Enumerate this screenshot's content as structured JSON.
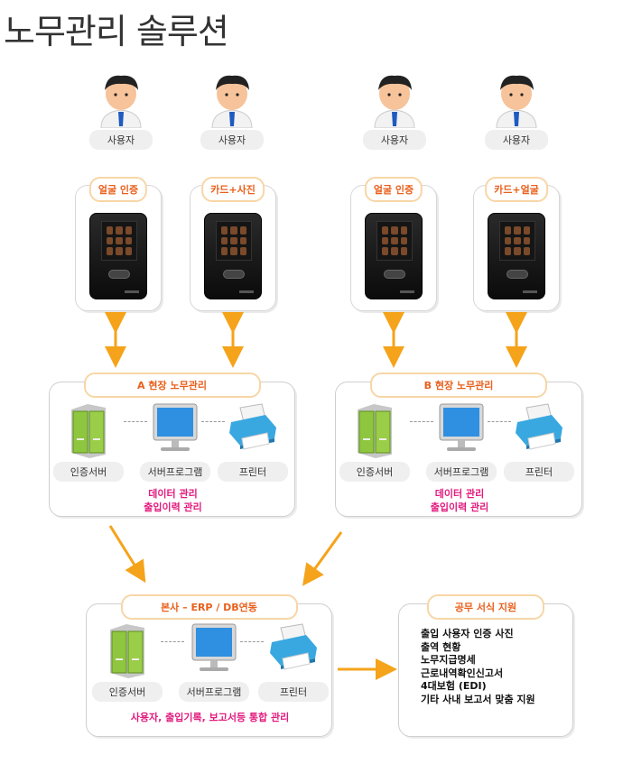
{
  "title": "노무관리 솔루션",
  "colors": {
    "accent_orange": "#f5a31a",
    "tag_text": "#e8601c",
    "mgmt_text": "#e21b7e",
    "tag_border": "#f7d6a6"
  },
  "users": [
    {
      "label": "사용자"
    },
    {
      "label": "사용자"
    },
    {
      "label": "사용자"
    },
    {
      "label": "사용자"
    }
  ],
  "terminals": [
    {
      "method": "얼굴 인증"
    },
    {
      "method": "카드+사진"
    },
    {
      "method": "얼굴 인증"
    },
    {
      "method": "카드+얼굴"
    }
  ],
  "site_a": {
    "title": "A 현장 노무관리",
    "nodes": [
      "인증서버",
      "서버프로그램",
      "프린터"
    ],
    "mgmt_line1": "데이터 관리",
    "mgmt_line2": "출입이력 관리"
  },
  "site_b": {
    "title": "B 현장 노무관리",
    "nodes": [
      "인증서버",
      "서버프로그램",
      "프린터"
    ],
    "mgmt_line1": "데이터 관리",
    "mgmt_line2": "출입이력 관리"
  },
  "hq": {
    "title": "본사 – ERP / DB연동",
    "nodes": [
      "인증서버",
      "서버프로그램",
      "프린터"
    ],
    "mgmt": "사용자, 출입기록, 보고서등 통합 관리"
  },
  "forms": {
    "title": "공무 서식 지원",
    "items": [
      "출입 사용자 인증 사진",
      "출역 현황",
      "노무지급명세",
      "근로내역확인신고서",
      "4대보험 (EDI)",
      "기타 사내 보고서 맞춤 지원"
    ]
  },
  "icons": [
    "user-avatar-icon",
    "face-recognition-terminal-icon",
    "server-icon",
    "monitor-icon",
    "printer-icon",
    "arrow-icon"
  ]
}
